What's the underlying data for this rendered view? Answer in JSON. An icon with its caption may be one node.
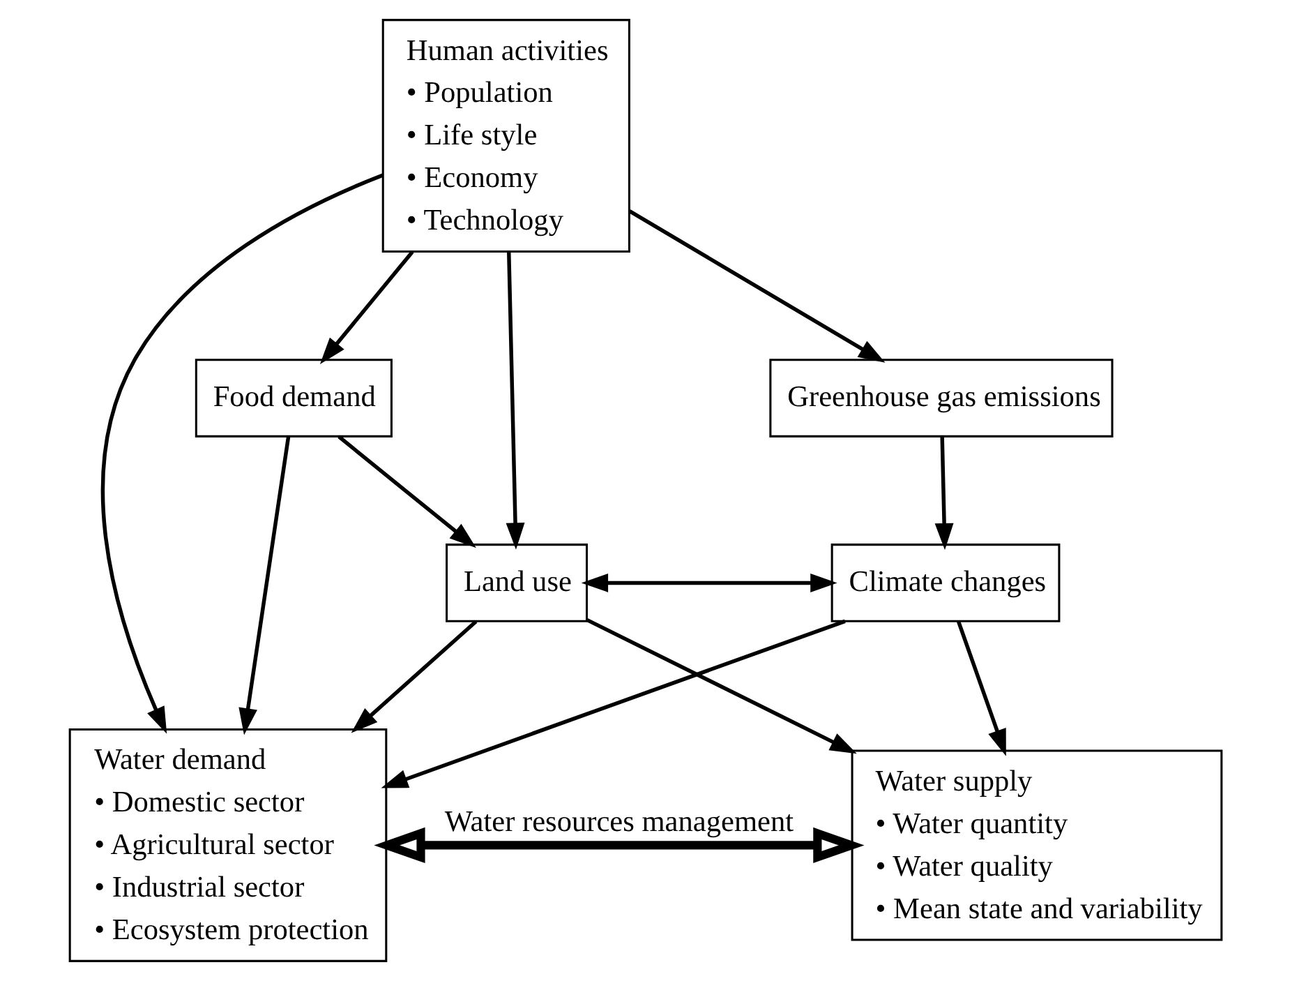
{
  "diagram": {
    "nodes": [
      {
        "text": [
          "Human activities",
          "• Population",
          "• Life style",
          "• Economy",
          "• Technology"
        ]
      },
      {
        "text": [
          "Food demand"
        ]
      },
      {
        "text": [
          "Greenhouse gas emissions"
        ]
      },
      {
        "text": [
          "Land use"
        ]
      },
      {
        "text": [
          "Climate changes"
        ]
      },
      {
        "text": [
          "Water demand",
          "• Domestic sector",
          "• Agricultural sector",
          "• Industrial sector",
          "• Ecosystem protection"
        ]
      },
      {
        "text": [
          "Water supply",
          "• Water quantity",
          "• Water quality",
          "• Mean state and variability"
        ]
      }
    ],
    "edges": [
      {
        "from": 0,
        "to": 5,
        "arrow": "to"
      },
      {
        "from": 0,
        "to": 1,
        "arrow": "to"
      },
      {
        "from": 0,
        "to": 3,
        "arrow": "to"
      },
      {
        "from": 0,
        "to": 2,
        "arrow": "to"
      },
      {
        "from": 1,
        "to": 5,
        "arrow": "to"
      },
      {
        "from": 1,
        "to": 3,
        "arrow": "to"
      },
      {
        "from": 2,
        "to": 4,
        "arrow": "to"
      },
      {
        "from": 3,
        "to": 4,
        "arrow": "both"
      },
      {
        "from": 4,
        "to": 6,
        "arrow": "to"
      },
      {
        "from": 3,
        "to": 5,
        "arrow": "to"
      },
      {
        "from": 3,
        "to": 6,
        "arrow": "to"
      },
      {
        "from": 4,
        "to": 5,
        "arrow": "to"
      },
      {
        "from": 5,
        "to": 6,
        "arrow": "both",
        "label": "Water resources management",
        "style": "thick"
      }
    ]
  }
}
